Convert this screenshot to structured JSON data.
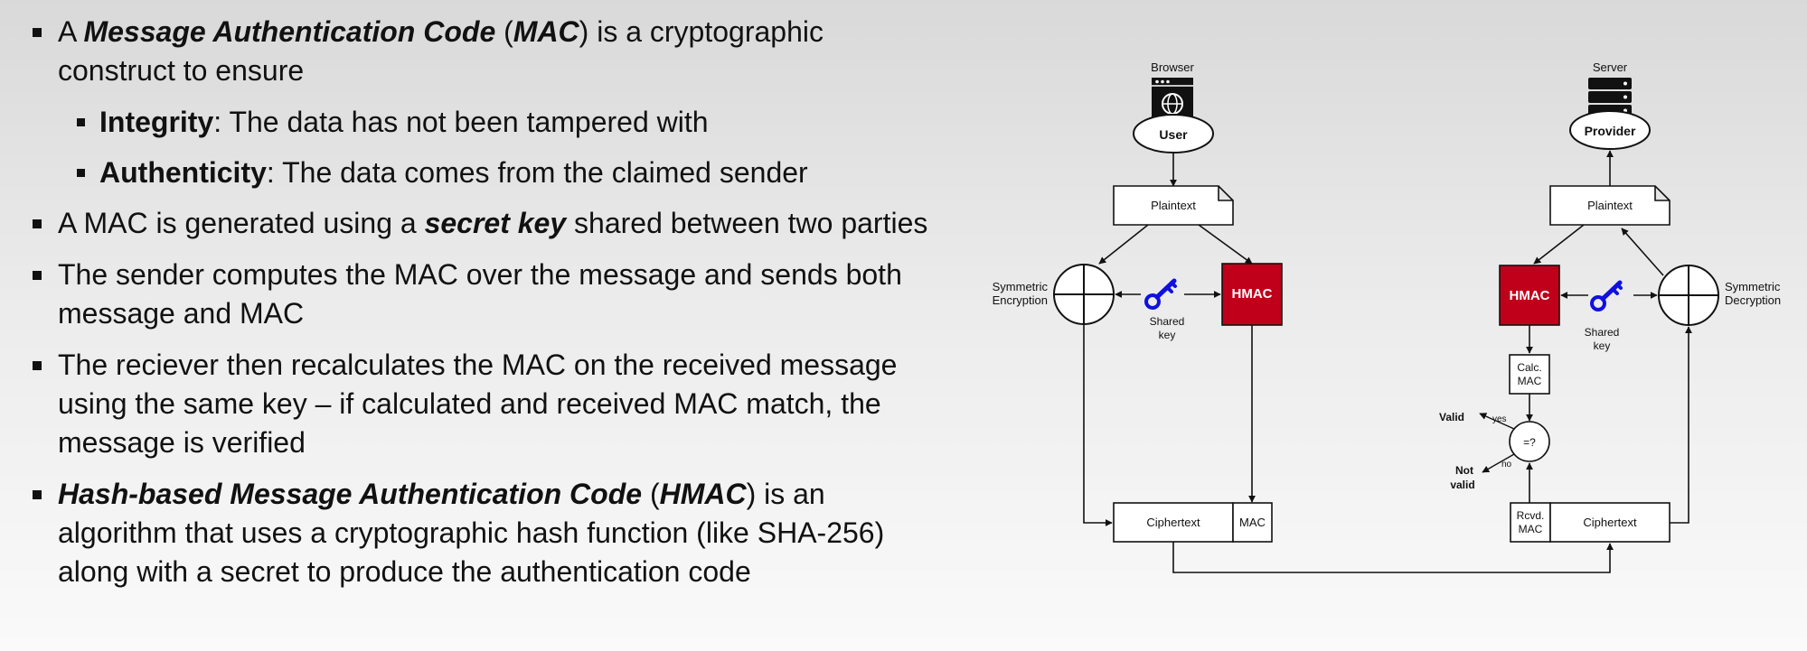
{
  "bullets": [
    {
      "a": "A ",
      "b": "Message Authentication Code",
      "c": " (",
      "d": "MAC",
      "e": ") is a cryptographic construct to ensure",
      "sub": [
        {
          "term": "Integrity",
          "text": ": The data has not been tampered with"
        },
        {
          "term": "Authenticity",
          "text": ": The data comes from the claimed sender"
        }
      ]
    },
    {
      "a": "A MAC is generated using a ",
      "b": "secret key",
      "c": " shared between two parties"
    },
    {
      "text": "The sender computes the MAC over the message and sends both message and MAC"
    },
    {
      "text": "The reciever then recalculates the MAC on the received message using the same key – if calculated and received MAC match, the message is verified"
    },
    {
      "a": "Hash-based Message Authentication Code",
      "b": " (",
      "c": "HMAC",
      "d": ") is an algorithm that uses a cryptographic hash function (like SHA-256) along with a secret to produce the authentication code"
    }
  ],
  "diagram": {
    "browser_label": "Browser",
    "user_label": "User",
    "server_label": "Server",
    "provider_label": "Provider",
    "plaintext_left": "Plaintext",
    "plaintext_right": "Plaintext",
    "sym_enc": [
      "Symmetric",
      "Encryption"
    ],
    "sym_dec": [
      "Symmetric",
      "Decryption"
    ],
    "hmac_left": "HMAC",
    "hmac_right": "HMAC",
    "shared_key_left": [
      "Shared",
      "key"
    ],
    "shared_key_right": [
      "Shared",
      "key"
    ],
    "calc_mac": [
      "Calc.",
      "MAC"
    ],
    "compare": "=?",
    "yes": "yes",
    "no": "no",
    "valid": "Valid",
    "not_valid": [
      "Not",
      "valid"
    ],
    "ciphertext_left": "Ciphertext",
    "mac_box": "MAC",
    "rcvd_mac": [
      "Rcvd.",
      "MAC"
    ],
    "ciphertext_right": "Ciphertext",
    "colors": {
      "hmac": "#c0001a",
      "key": "#1010e0",
      "stroke": "#111111"
    }
  }
}
